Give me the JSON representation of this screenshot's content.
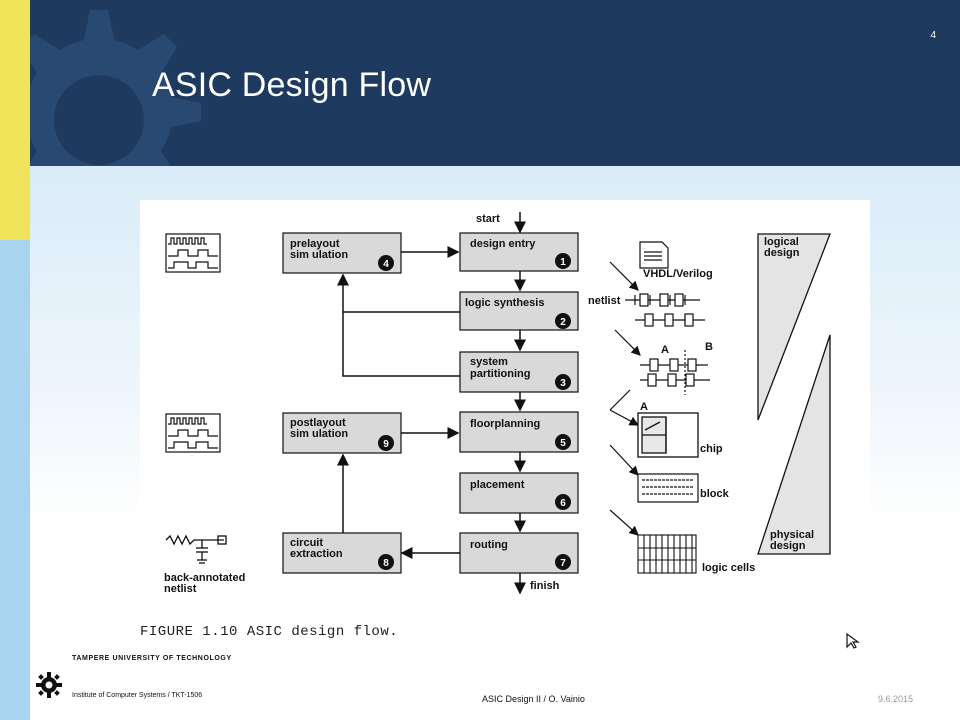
{
  "slide": {
    "title": "ASIC Design Flow",
    "number": "4"
  },
  "figure": {
    "caption": "FIGURE 1.10 ASIC design flow.",
    "start_label": "start",
    "finish_label": "finish",
    "steps": [
      {
        "label": "design entry",
        "num": "1"
      },
      {
        "label": "logic synthesis",
        "num": "2"
      },
      {
        "label1": "system",
        "label2": "partitioning",
        "num": "3"
      },
      {
        "label1": "prelayout",
        "label2": "sim ulation",
        "num": "4"
      },
      {
        "label": "floorplanning",
        "num": "5"
      },
      {
        "label": "placement",
        "num": "6"
      },
      {
        "label": "routing",
        "num": "7"
      },
      {
        "label1": "circuit",
        "label2": "extraction",
        "num": "8"
      },
      {
        "label1": "postlayout",
        "label2": "sim ulation",
        "num": "9"
      }
    ],
    "right_labels": {
      "vhdl": "VHDL/Verilog",
      "netlist": "netlist",
      "a": "A",
      "b": "B",
      "a2": "A",
      "chip": "chip",
      "block": "block",
      "logic_cells": "logic cells",
      "logical1": "logical",
      "logical2": "design",
      "physical1": "physical",
      "physical2": "design"
    },
    "left_labels": {
      "back1": "back-annotated",
      "back2": "netlist"
    }
  },
  "footer": {
    "university": "TAMPERE UNIVERSITY OF TECHNOLOGY",
    "institute": "Institute of Computer Systems / TKT-1506",
    "course": "ASIC Design II / O. Vainio",
    "date": "9.6.2015"
  },
  "colors": {
    "header": "#1f3a5f",
    "yellow": "#efe35a",
    "lightblue": "#a9d4ef"
  }
}
